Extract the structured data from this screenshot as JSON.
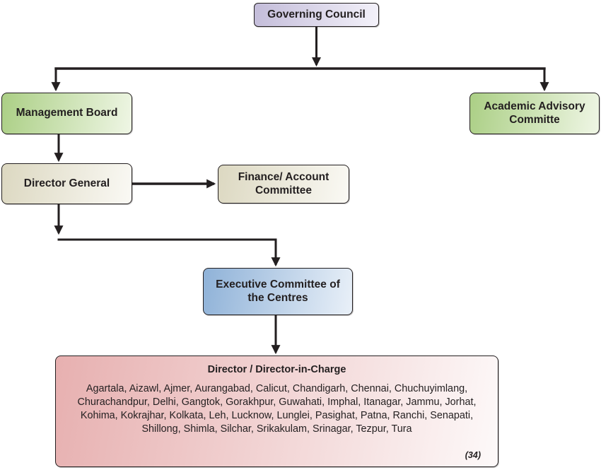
{
  "nodes": {
    "governing_council": {
      "label": "Governing Council"
    },
    "management_board": {
      "label": "Management Board"
    },
    "academic_advisory_committee": {
      "label": "Academic Advisory Committe"
    },
    "director_general": {
      "label": "Director General"
    },
    "finance_account_committee": {
      "label": "Finance/ Account Committee"
    },
    "executive_committee": {
      "label": "Executive Committee of the Centres"
    },
    "directors": {
      "title": "Director / Director-in-Charge",
      "centres_list": "Agartala, Aizawl, Ajmer, Aurangabad, Calicut, Chandigarh, Chennai, Chuchuyimlang, Churachandpur, Delhi, Gangtok, Gorakhpur, Guwahati, Imphal, Itanagar, Jammu, Jorhat, Kohima, Kokrajhar, Kolkata, Leh, Lucknow, Lunglei, Pasighat, Patna, Ranchi, Senapati, Shillong, Shimla, Silchar, Srikakulam, Srinagar, Tezpur, Tura",
      "count_label": "(34)"
    }
  },
  "edges": [
    {
      "from": "governing_council",
      "to": "management_board"
    },
    {
      "from": "governing_council",
      "to": "academic_advisory_committee"
    },
    {
      "from": "management_board",
      "to": "director_general"
    },
    {
      "from": "director_general",
      "to": "finance_account_committee"
    },
    {
      "from": "director_general",
      "to": "executive_committee"
    },
    {
      "from": "executive_committee",
      "to": "directors"
    }
  ],
  "colors": {
    "text": "#231f20",
    "line": "#231f20",
    "lavender_start": "#c3bcd9",
    "lavender_end": "#f4f2fa",
    "green_start": "#abcf85",
    "green_end": "#eff6e5",
    "beige_start": "#dcd8c1",
    "beige_end": "#faf9f4",
    "blue_start": "#8fb2d8",
    "blue_end": "#e9f0f8",
    "pink_start": "#e7b0b0",
    "pink_end": "#fdf9f9"
  }
}
